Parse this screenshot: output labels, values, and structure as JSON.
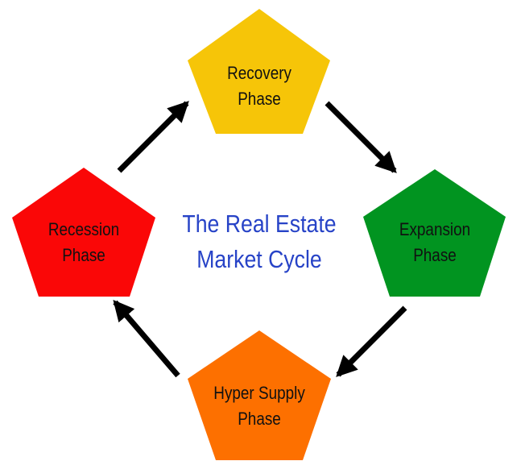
{
  "title": {
    "line1": "The Real Estate",
    "line2": "Market Cycle",
    "color": "#2743C7"
  },
  "phases": [
    {
      "id": "recovery",
      "line1": "Recovery",
      "line2": "Phase",
      "color": "#F6C508"
    },
    {
      "id": "expansion",
      "line1": "Expansion",
      "line2": "Phase",
      "color": "#019420"
    },
    {
      "id": "hyper-supply",
      "line1": "Hyper Supply",
      "line2": "Phase",
      "color": "#FD7000"
    },
    {
      "id": "recession",
      "line1": "Recession",
      "line2": "Phase",
      "color": "#FA0707"
    }
  ],
  "arrow_color": "#000000",
  "flow": [
    "recovery",
    "expansion",
    "hyper-supply",
    "recession",
    "recovery"
  ]
}
